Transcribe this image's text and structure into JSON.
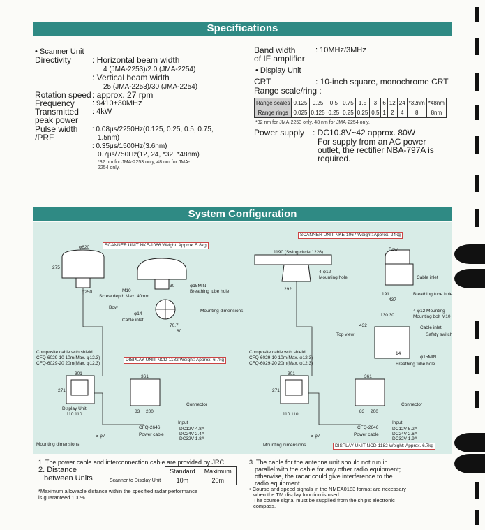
{
  "specs": {
    "header": "Specifications",
    "scanner_title": "• Scanner Unit",
    "directivity_label": "Directivity",
    "dir_h": ": Horizontal beam width",
    "dir_h_val": "4 (JMA-2253)/2.0 (JMA-2254)",
    "dir_v": ": Vertical beam width",
    "dir_v_val": "25 (JMA-2253)/30 (JMA-2254)",
    "rotation_label": "Rotation speed",
    "rotation_val": ": approx. 27 rpm",
    "freq_label": "Frequency",
    "freq_val": ": 9410±30MHz",
    "power_label": "Transmitted",
    "power_label2": "peak power",
    "power_val": ": 4kW",
    "pulse_label": "Pulse width",
    "pulse_label2": "/PRF",
    "pulse_val1": ": 0.08μs/2250Hz(0.125, 0.25, 0.5, 0.75,",
    "pulse_val1b": "1.5nm)",
    "pulse_val2": ": 0.35μs/1500Hz(3.6nm)",
    "pulse_val3": "0.7μs/750Hz(12, 24, *32, *48nm)",
    "pulse_note1": "*32 nm for JMA-2253 only, 48 nm for JMA-",
    "pulse_note2": "2254 only.",
    "band_label": "Band width",
    "band_label2": "of IF amplifier",
    "band_val": ": 10MHz/3MHz",
    "display_title": "• Display Unit",
    "crt_label": "CRT",
    "crt_val": ": 10-inch square, monochrome CRT",
    "range_label": "Range scale/ring :",
    "range_scales_label": "Range scales",
    "range_scales": [
      "0.125",
      "0.25",
      "0.5",
      "0.75",
      "1.5",
      "3",
      "6",
      "12",
      "24",
      "*32nm",
      "*48nm"
    ],
    "range_rings_label": "Range rings",
    "range_rings": [
      "0.025",
      "0.125",
      "0.25",
      "0.25",
      "0.25",
      "0.5",
      "1",
      "2",
      "4",
      "8",
      "8nm"
    ],
    "range_note": "*32 nm for JMA-2253 only, 48 nm for JMA-2254 only.",
    "supply_label": "Power supply",
    "supply_val": ": DC10.8V~42 approx. 80W",
    "supply_note1": "For supply from an AC power",
    "supply_note2": "outlet, the rectifier NBA-797A is",
    "supply_note3": "required."
  },
  "config": {
    "header": "System Configuration",
    "scanner_left": "SCANNER UNIT NKE-1066 Weight: Approx. 5.8kg",
    "scanner_right": "SCANNER UNIT NKE-1067 Weight: Approx. 24kg",
    "display_left": "DISPLAY UNIT NCD-1182 Weight: Approx. 6.7kg",
    "display_right": "DISPLAY UNIT NCD-1182 Weight: Approx. 6.7kg",
    "d620": "φ620",
    "d275": "275",
    "d250": "φ250",
    "m10": "M10",
    "screw": "Screw depth Max. 40mm",
    "bow": "Bow",
    "d14": "φ14",
    "cable_inlet": "Cable inlet",
    "d15min": "φ15MIN",
    "breathing": "Breathing tube hole",
    "mounting_dim": "Mounting dimensions",
    "d30": "30",
    "d70": "70.7",
    "d80": "80",
    "composite": "Composite cable with shield",
    "cfq1": "CFQ-6029-10 10m(Max. φ12.3)",
    "cfq2": "CFQ-6029-20 20m(Max. φ12.3)",
    "d301": "301",
    "d361": "361",
    "d271": "271",
    "display_unit": "Display Unit",
    "connector": "Connector",
    "d110": "110 110",
    "d83": "83",
    "d200": "200",
    "cfq2646": "CFQ-2646",
    "input": "Input",
    "power_cable": "Power cable",
    "dc12": "DC12V 4.8A",
    "dc24": "DC24V 2.4A",
    "dc32": "DC32V 1.8A",
    "dc12r": "DC12V 5.2A",
    "dc24r": "DC24V 2.6A",
    "dc32r": "DC32V 1.9A",
    "d57": "5-φ7",
    "mounting": "Mounting dimensions",
    "swing": "1190 (Swing circle 1226)",
    "d412": "4-φ12",
    "mounting_hole": "Mounting hole",
    "d292": "292",
    "d191": "191",
    "d437": "437",
    "cable_inlet_r": "Cable inlet",
    "breathing_r": "Breathing tube hole",
    "mount_412": "4-φ12 Mounting",
    "mount_bolt": "Mounting bolt M10",
    "top_view": "Top view",
    "safety": "Safety switch",
    "d15min_r": "φ15MIN",
    "breathing_r2": "Breathing tube hole",
    "d432": "432",
    "d130": "130 30",
    "d14r": "14"
  },
  "footer": {
    "note1": "1. The power cable and interconnection cable are provided by JRC.",
    "note2a": "2. Distance",
    "note2b": "between Units",
    "th_standard": "Standard",
    "th_maximum": "Maximum",
    "row_label": "Scanner to Display Unit",
    "std_val": "10m",
    "max_val": "20m",
    "max_note1": "*Maximum allowable distance within the specified radar performance",
    "max_note2": "is guaranteed 100%.",
    "note3a": "3. The cable for the antenna unit should not run in",
    "note3b": "parallel with the cable for any other radio equipment;",
    "note3c": "otherwise, the radar could give interference to the",
    "note3d": "radio equipment.",
    "note4a": "• Course and speed signals in the NMEA0183 format are necessary",
    "note4b": "when the TM display function is used.",
    "note4c": "The course signal must be supplied from the ship's electronic",
    "note4d": "compass."
  }
}
